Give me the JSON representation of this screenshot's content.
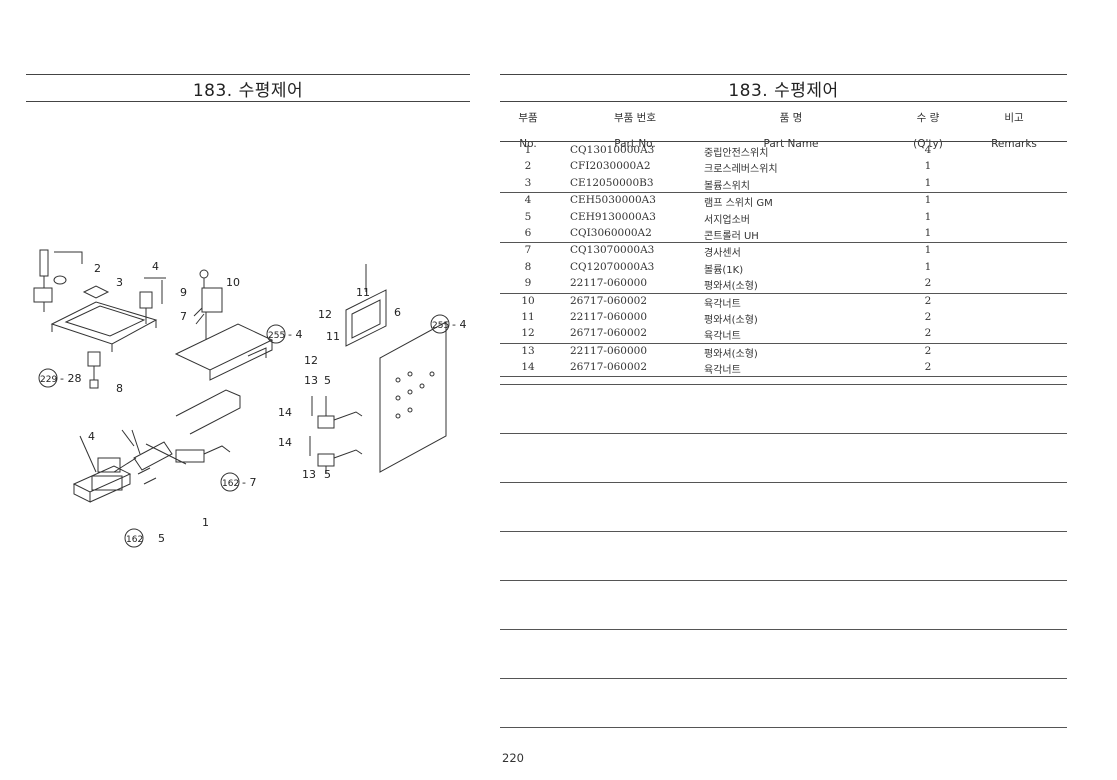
{
  "left_title": "183. 수평제어",
  "right_title": "183. 수평제어",
  "table_header": {
    "no_ko": "부품",
    "no_en": "No.",
    "part_ko": "부품   번호",
    "part_en": "Part   No.",
    "name_ko": "품         명",
    "name_en": "Part       Name",
    "qty_ko": "수   량",
    "qty_en": "(Q'ty)",
    "remarks_ko": "비고",
    "remarks_en": "Remarks"
  },
  "parts": [
    {
      "no": "1",
      "part_no": "CQ13010000A3",
      "name": "중립안전스위치",
      "qty": "4"
    },
    {
      "no": "2",
      "part_no": "CFI2030000A2",
      "name": "크로스레버스위치",
      "qty": "1"
    },
    {
      "no": "3",
      "part_no": "CE12050000B3",
      "name": "볼륨스위치",
      "qty": "1"
    },
    {
      "no": "4",
      "part_no": "CEH5030000A3",
      "name": "램프 스위치 GM",
      "qty": "1"
    },
    {
      "no": "5",
      "part_no": "CEH9130000A3",
      "name": "서지업소버",
      "qty": "1"
    },
    {
      "no": "6",
      "part_no": "CQI3060000A2",
      "name": "콘트롤러 UH",
      "qty": "1"
    },
    {
      "no": "7",
      "part_no": "CQ13070000A3",
      "name": "경사센서",
      "qty": "1"
    },
    {
      "no": "8",
      "part_no": "CQ12070000A3",
      "name": "볼륨(1K)",
      "qty": "1"
    },
    {
      "no": "9",
      "part_no": "22117-060000",
      "name": "평와셔(소형)",
      "qty": "2"
    },
    {
      "no": "10",
      "part_no": "26717-060002",
      "name": "육각너트",
      "qty": "2"
    },
    {
      "no": "11",
      "part_no": "22117-060000",
      "name": "평와셔(소형)",
      "qty": "2"
    },
    {
      "no": "12",
      "part_no": "26717-060002",
      "name": "육각너트",
      "qty": "2"
    },
    {
      "no": "13",
      "part_no": "22117-060000",
      "name": "평와셔(소형)",
      "qty": "2"
    },
    {
      "no": "14",
      "part_no": "26717-060002",
      "name": "육각너트",
      "qty": "2"
    }
  ],
  "diagram_labels": {
    "l2": "2",
    "l3": "3",
    "l4a": "4",
    "l10": "10",
    "l9": "9",
    "l7a": "7",
    "l11a": "11",
    "l12a": "12",
    "l6": "6",
    "l255a": "255",
    "l255a_suffix": "- 4",
    "l255b": "255",
    "l255b_suffix": "- 4",
    "l11b": "11",
    "l12b": "12",
    "l229": "229",
    "l229_suffix": "- 28",
    "l8": "8",
    "l13a": "13",
    "l5a": "5",
    "l14a": "14",
    "l14b": "14",
    "l13b": "13",
    "l5b": "5",
    "l4b": "4",
    "l162a": "162",
    "l162a_suffix": "- 7",
    "l1": "1",
    "l162b": "162",
    "l5c": "5"
  },
  "page_number": "220"
}
